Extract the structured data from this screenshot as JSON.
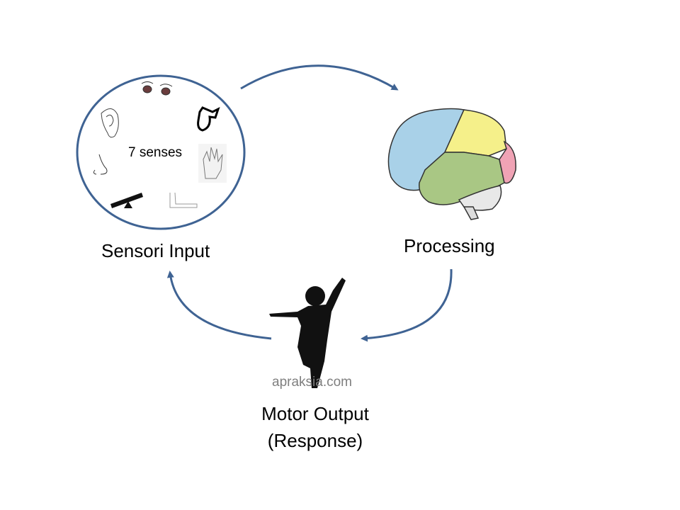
{
  "diagram": {
    "sensory": {
      "label": "Sensori Input",
      "center_text": "7 senses",
      "icons": [
        "eyes-icon",
        "tongue-icon",
        "hand-icon",
        "arm-icon",
        "balance-icon",
        "nose-icon",
        "ear-icon"
      ]
    },
    "processing": {
      "label": "Processing"
    },
    "motor": {
      "label_line1": "Motor Output",
      "label_line2": "(Response)"
    },
    "watermark": "apraksia.com",
    "colors": {
      "arrow": "#3f6393",
      "circle": "#3f6393",
      "frontal": "#a9d1e8",
      "parietal": "#f5f08a",
      "temporal": "#a9c784",
      "occipital": "#f0a3b5"
    }
  }
}
